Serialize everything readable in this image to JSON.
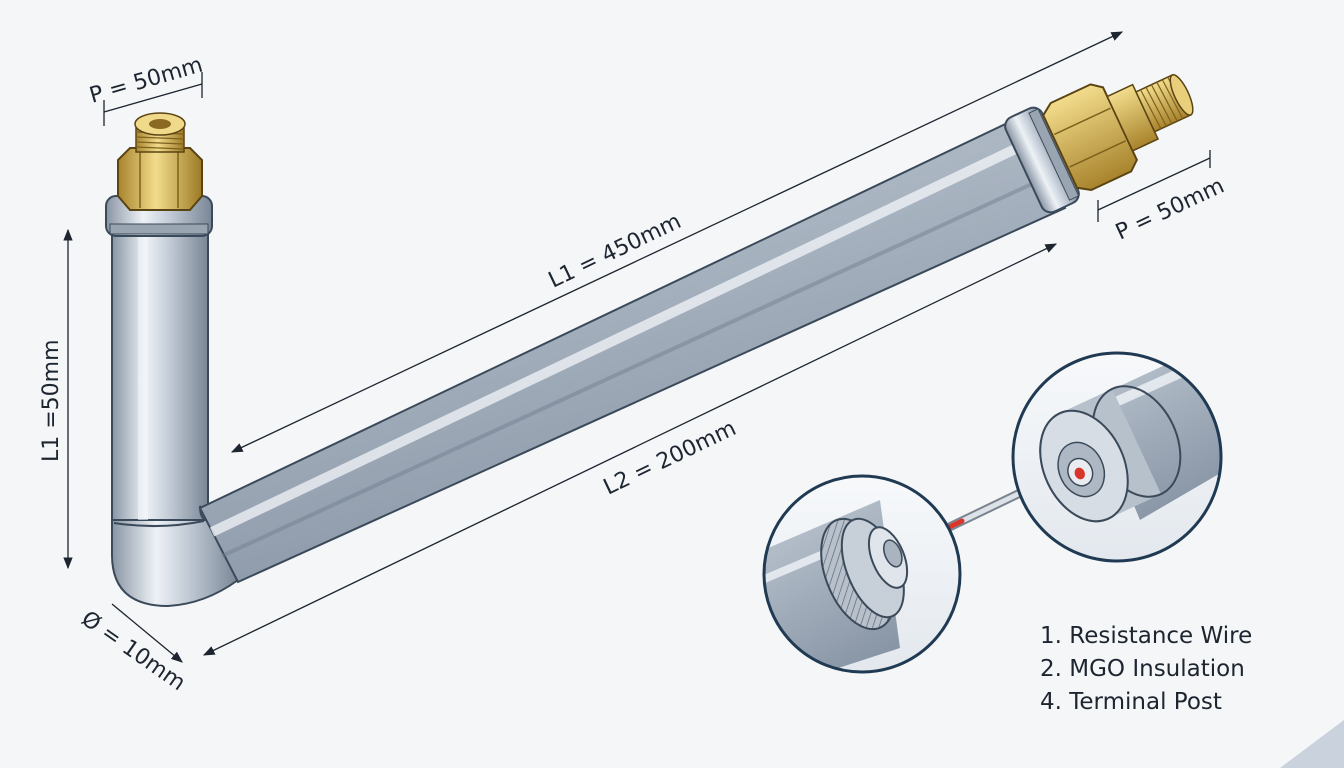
{
  "dimensions": {
    "top_length": "L1 = 450mm",
    "bottom_length": "L2 = 200mm",
    "vertical_length": "L1 =50mm",
    "diameter": "Ø = 10mm",
    "left_thread_pitch": "P = 50mm",
    "right_thread_pitch": "P = 50mm"
  },
  "legend": {
    "items": [
      "1. Resistance Wire",
      "2. MGO Insulation",
      "4. Terminal Post"
    ]
  },
  "colors": {
    "tube_light": "#e4e9ef",
    "tube_mid": "#b9c3cf",
    "tube_dark": "#7d8998",
    "brass_light": "#f2dc8c",
    "brass_dark": "#a8832c",
    "wire_red": "#d9362b",
    "outline": "#1f3a52"
  }
}
